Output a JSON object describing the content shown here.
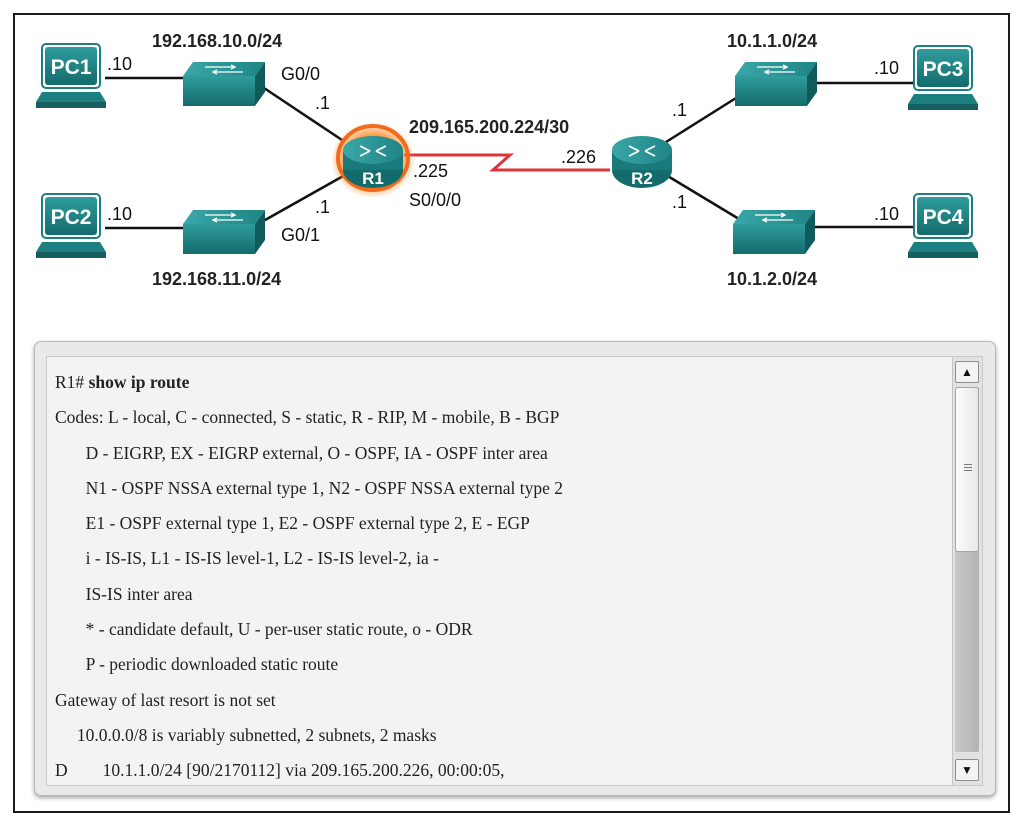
{
  "diagram": {
    "networks": {
      "pc1_lan": "192.168.10.0/24",
      "pc2_lan": "192.168.11.0/24",
      "wan": "209.165.200.224/30",
      "pc3_lan": "10.1.1.0/24",
      "pc4_lan": "10.1.2.0/24"
    },
    "devices": {
      "pc1": "PC1",
      "pc2": "PC2",
      "pc3": "PC3",
      "pc4": "PC4",
      "r1": "R1",
      "r2": "R2"
    },
    "interfaces": {
      "pc1_host": ".10",
      "pc2_host": ".10",
      "pc3_host": ".10",
      "pc4_host": ".10",
      "r1_g00_name": "G0/0",
      "r1_g00_ip": ".1",
      "r1_g01_name": "G0/1",
      "r1_g01_ip": ".1",
      "r1_s000_ip": ".225",
      "r1_s000_name": "S0/0/0",
      "r2_s_ip": ".226",
      "r2_top_ip": ".1",
      "r2_bottom_ip": ".1"
    },
    "colors": {
      "device_teal": "#1d7f80",
      "wan_link": "#d9363e",
      "r1_highlight": "#f26a1b"
    }
  },
  "terminal": {
    "prompt": "R1#",
    "command": "show ip route",
    "lines": [
      "Codes: L - local, C - connected, S - static, R - RIP, M - mobile, B - BGP",
      "       D - EIGRP, EX - EIGRP external, O - OSPF, IA - OSPF inter area",
      "       N1 - OSPF NSSA external type 1, N2 - OSPF NSSA external type 2",
      "       E1 - OSPF external type 1, E2 - OSPF external type 2, E - EGP",
      "       i - IS-IS, L1 - IS-IS level-1, L2 - IS-IS level-2, ia -",
      "       IS-IS inter area",
      "       * - candidate default, U - per-user static route, o - ODR",
      "       P - periodic downloaded static route",
      "Gateway of last resort is not set",
      "     10.0.0.0/8 is variably subnetted, 2 subnets, 2 masks",
      "D        10.1.1.0/24 [90/2170112] via 209.165.200.226, 00:00:05,"
    ],
    "scroll_up_glyph": "▲",
    "scroll_down_glyph": "▼"
  }
}
